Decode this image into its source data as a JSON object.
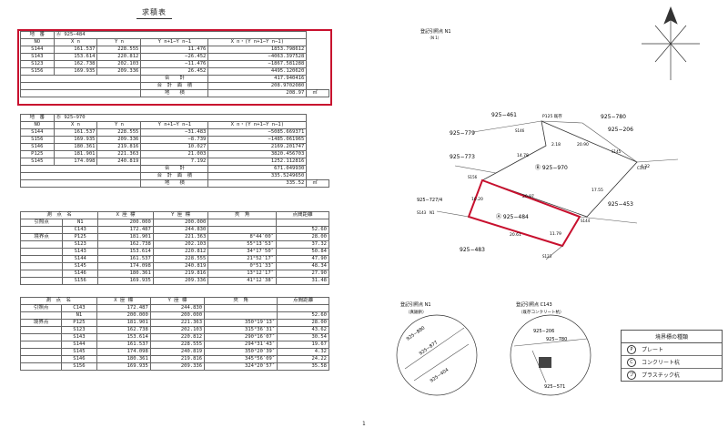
{
  "title": "求積表",
  "tableA": {
    "lot_label": "地　番",
    "lot_value": "Ⓐ 925−484",
    "headers": [
      "NO",
      "X n",
      "Y n",
      "Y n+1−Y n−1",
      "X n・(Y n+1−Y n−1)"
    ],
    "rows": [
      [
        "S144",
        "161.537",
        "228.555",
        "11.476",
        "1853.798612"
      ],
      [
        "S143",
        "153.614",
        "220.812",
        "−26.452",
        "−4063.397528"
      ],
      [
        "S123",
        "162.738",
        "202.103",
        "−11.476",
        "−1867.581288"
      ],
      [
        "S156",
        "169.935",
        "209.336",
        "26.452",
        "4495.120620"
      ]
    ],
    "sum_label": "合　　計",
    "sum_value": "417.940416",
    "area_label": "合　計　面　積",
    "area_value": "208.9702080",
    "chiseki_label": "地　　積",
    "chiseki_value": "208.97",
    "unit": "㎡"
  },
  "tableB": {
    "lot_label": "地　番",
    "lot_value": "Ⓑ 925−970",
    "headers": [
      "NO",
      "X n",
      "Y n",
      "Y n+1−Y n−1",
      "X n・(Y n+1−Y n−1)"
    ],
    "rows": [
      [
        "S144",
        "161.537",
        "228.555",
        "−31.483",
        "−5085.669371"
      ],
      [
        "S156",
        "169.935",
        "209.336",
        "−8.739",
        "−1485.061965"
      ],
      [
        "S146",
        "180.361",
        "219.816",
        "10.027",
        "2169.201747"
      ],
      [
        "P125",
        "181.901",
        "221.363",
        "21.003",
        "3820.456703"
      ],
      [
        "S145",
        "174.098",
        "240.819",
        "7.192",
        "1252.112816"
      ]
    ],
    "sum_label": "合　　計",
    "sum_value": "671.049930",
    "area_label": "合　計　面　積",
    "area_value": "335.5249650",
    "chiseki_label": "地　　積",
    "chiseki_value": "335.52",
    "unit": "㎡"
  },
  "tableC": {
    "headers": [
      "測　点　名",
      "X 座 標",
      "Y 座 標",
      "夾　角",
      "点間距離"
    ],
    "rows": [
      [
        "引照点",
        "N1",
        "200.000",
        "200.000",
        "",
        ""
      ],
      [
        "",
        "C143",
        "172.487",
        "244.830",
        "",
        "52.60"
      ],
      [
        "境界点",
        "P125",
        "181.901",
        "221.363",
        "8°44′00″",
        "28.00"
      ],
      [
        "",
        "S123",
        "162.738",
        "202.103",
        "55°13′53″",
        "37.32"
      ],
      [
        "",
        "S143",
        "153.614",
        "220.812",
        "34°17′50″",
        "50.84"
      ],
      [
        "",
        "S144",
        "161.537",
        "228.555",
        "21°52′17″",
        "47.90"
      ],
      [
        "",
        "S145",
        "174.098",
        "240.819",
        "0°51′33″",
        "48.34"
      ],
      [
        "",
        "S146",
        "180.361",
        "219.816",
        "13°12′17″",
        "27.90"
      ],
      [
        "",
        "S156",
        "169.935",
        "209.336",
        "41°12′38″",
        "31.48"
      ]
    ]
  },
  "tableD": {
    "headers": [
      "測　点　名",
      "X 座 標",
      "Y 座 標",
      "夾　角",
      "点間距離"
    ],
    "rows": [
      [
        "引照点",
        "C143",
        "172.487",
        "244.830",
        "",
        ""
      ],
      [
        "",
        "N1",
        "200.000",
        "200.000",
        "",
        "52.60"
      ],
      [
        "境界点",
        "P125",
        "181.901",
        "221.363",
        "350°19′13″",
        "28.00"
      ],
      [
        "",
        "S123",
        "162.738",
        "202.103",
        "315°36′31″",
        "43.62"
      ],
      [
        "",
        "S143",
        "153.614",
        "220.812",
        "290°16′07″",
        "30.54"
      ],
      [
        "",
        "S144",
        "161.537",
        "228.555",
        "294°31′43″",
        "19.67"
      ],
      [
        "",
        "S145",
        "174.098",
        "240.819",
        "350°20′39″",
        "4.32"
      ],
      [
        "",
        "S146",
        "180.361",
        "219.816",
        "345°56′09″",
        "24.22"
      ],
      [
        "",
        "S156",
        "169.935",
        "209.336",
        "324°20′57″",
        "35.58"
      ]
    ]
  },
  "map": {
    "n1_title": "登記引照点 N1",
    "n1_sub": "（N 1）",
    "lots": [
      "925−461",
      "925−780",
      "925−779",
      "925−206",
      "925−773",
      "Ⓑ 925−970",
      "925−453",
      "Ⓐ 925−484",
      "925−483",
      "925−727/4"
    ],
    "points": [
      "P125 既存",
      "S146",
      "S145",
      "C143",
      "S156",
      "S144",
      "S123",
      "S143",
      "N1"
    ],
    "dists": [
      "2.18",
      "20.90",
      "14.78",
      "4.32",
      "10.20",
      "20.97",
      "17.55",
      "20.61",
      "11.79"
    ]
  },
  "insets": {
    "left_title": "登記引照点 N1",
    "left_sub": "（真鍮鋲）",
    "left_lots": [
      "925−880",
      "925−877",
      "925−404"
    ],
    "mid_title": "登記引照点 C143",
    "mid_sub": "（既存コンクリート杭）",
    "mid_lots": [
      "925−206",
      "925−780",
      "925−571"
    ]
  },
  "legend": {
    "title": "境界標の種類",
    "items": [
      {
        "sym": "P",
        "label": "プレート"
      },
      {
        "sym": "C",
        "label": "コンクリート杭"
      },
      {
        "sym": "プ",
        "label": "プラスチック杭"
      }
    ]
  },
  "page_number": "1"
}
